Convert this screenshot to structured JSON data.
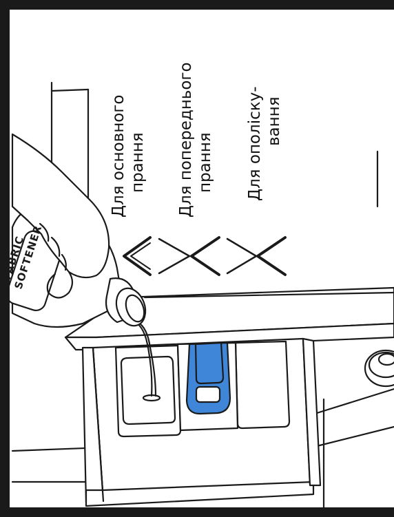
{
  "labels": {
    "main_wash": [
      "Для основного",
      "прання"
    ],
    "prewash": [
      "Для попереднього",
      "прання"
    ],
    "rinse": [
      "Для ополіску-",
      "вання"
    ]
  },
  "bottle_text": [
    "FABRIC",
    "SOFTENER"
  ],
  "colors": {
    "line": "#1a1a1a",
    "softener_cap": "#3f86d9",
    "background": "#ffffff"
  }
}
